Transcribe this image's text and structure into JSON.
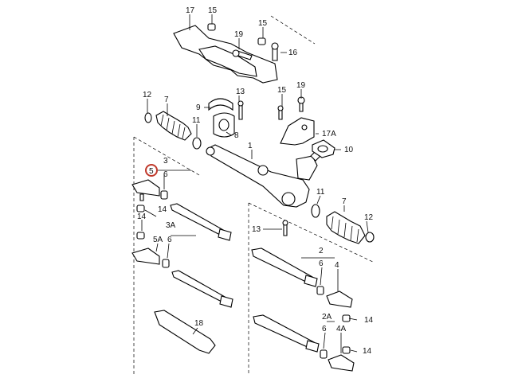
{
  "diagram": {
    "labels": {
      "n17": "17",
      "n15a": "15",
      "n19a": "19",
      "n15b": "15",
      "n16": "16",
      "n19b": "19",
      "n15c": "15",
      "n12a": "12",
      "n7a": "7",
      "n9": "9",
      "n13a": "13",
      "n11a": "11",
      "n8": "8",
      "n17A": "17A",
      "n10": "10",
      "n1": "1",
      "n3": "3",
      "n5": "5",
      "n6a": "6",
      "n14a": "14",
      "n14b": "14",
      "n3A": "3A",
      "n5A": "5A",
      "n6b": "6",
      "n11b": "11",
      "n7b": "7",
      "n12b": "12",
      "n13b": "13",
      "n2": "2",
      "n6c": "6",
      "n4": "4",
      "n14c": "14",
      "n2A": "2A",
      "n6d": "6",
      "n4A": "4A",
      "n14d": "14",
      "n18": "18"
    },
    "highlight": {
      "label": "5",
      "color": "#c0392b"
    }
  }
}
